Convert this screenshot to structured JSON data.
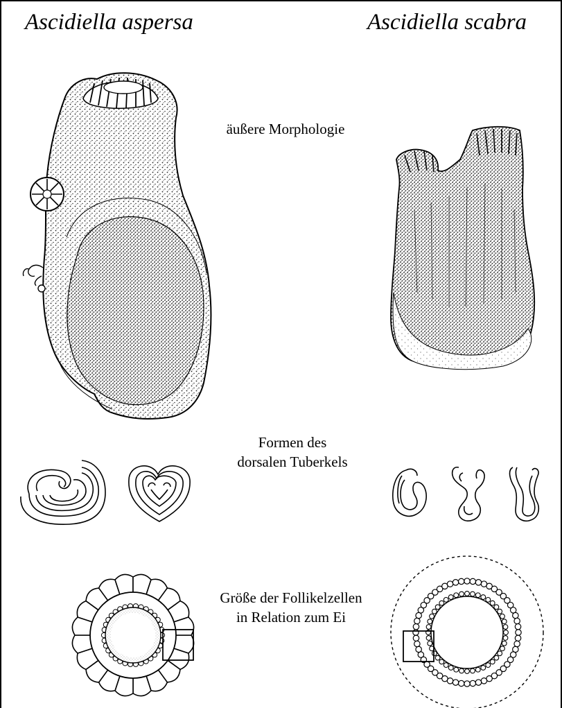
{
  "species": {
    "left": "Ascidiella aspersa",
    "right": "Ascidiella scabra"
  },
  "captions": {
    "morphology": "äußere Morphologie",
    "tuberkel_line1": "Formen des",
    "tuberkel_line2": "dorsalen Tuberkels",
    "follikel_line1": "Größe der Follikelzellen",
    "follikel_line2": "in Relation zum Ei"
  },
  "colors": {
    "ink": "#000000",
    "stipple_dark": "#2a2a2a",
    "stipple_mid": "#5a5a5a",
    "paper": "#ffffff"
  }
}
